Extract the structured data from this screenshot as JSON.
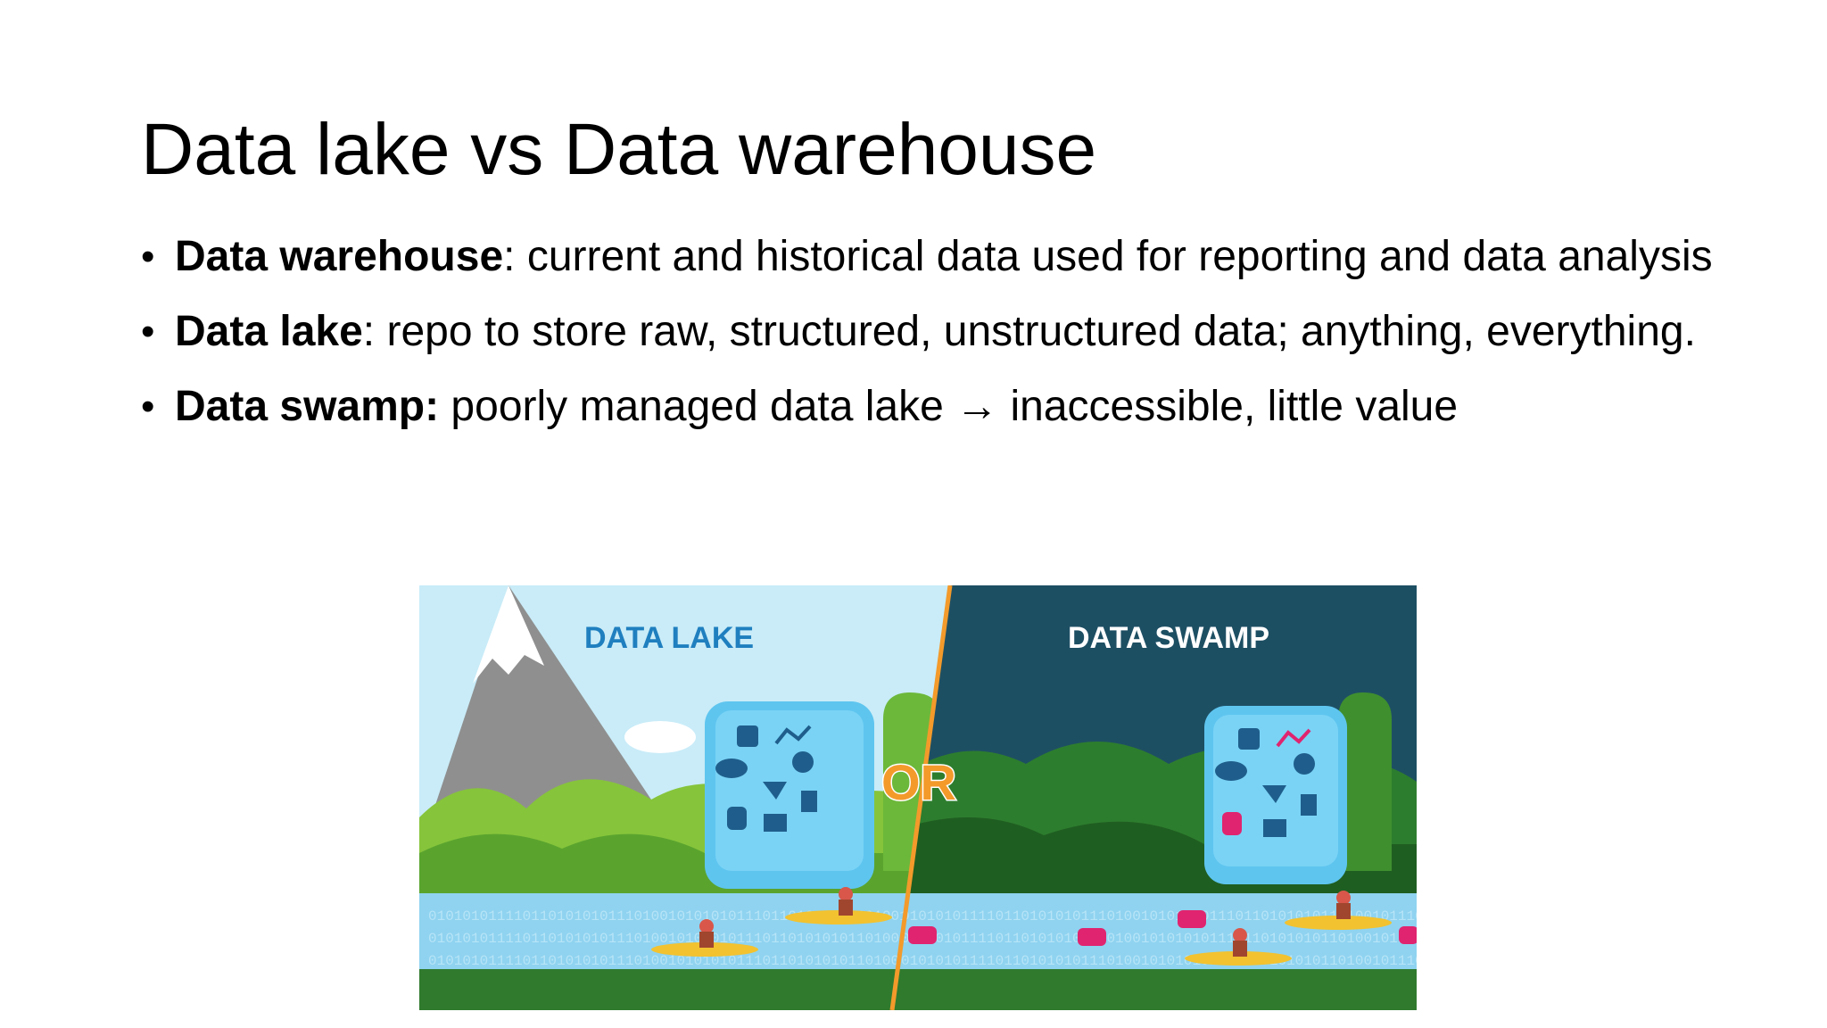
{
  "slide": {
    "title": "Data lake vs Data warehouse",
    "bullets": [
      {
        "term": "Data warehouse",
        "sep": ":",
        "text": " current and historical data used for reporting and data analysis"
      },
      {
        "term": "Data lake",
        "sep": ":",
        "text": " repo to store raw, structured, unstructured data; anything, everything."
      },
      {
        "term": "Data swamp:",
        "sep": "",
        "text": " poorly managed data lake → inaccessible, little value"
      }
    ]
  },
  "illustration": {
    "left_label": "DATA LAKE",
    "right_label": "DATA SWAMP",
    "center_label": "OR",
    "binary_text": "0101010111101101010101110100101010101110110101010110100101110101",
    "icons": [
      "facebook-icon",
      "network-icon",
      "gear-icon",
      "cloud-icon",
      "twitter-icon",
      "document-icon",
      "database-icon",
      "bank-icon"
    ],
    "colors": {
      "lake_sky": "#c9ecf8",
      "swamp_sky": "#1d4f63",
      "water": "#8fd3f0",
      "grass": "#2f7a2d",
      "or_color": "#f39a2b",
      "divider": "#f39a2b"
    }
  }
}
